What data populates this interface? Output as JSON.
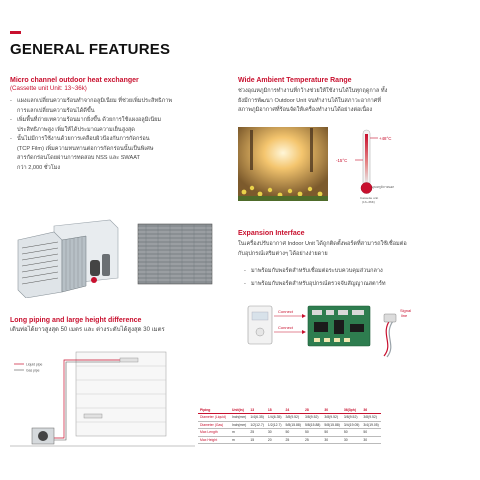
{
  "header": {
    "title": "GENERAL FEATURES"
  },
  "micro_channel": {
    "title": "Micro channel outdoor heat exchanger",
    "subtitle": "(Cassette unit Unit: 13~36k)",
    "bullets": [
      [
        "แผงแลกเปลี่ยนความร้อนทำจากอลูมิเนียม ที่ช่วยเพิ่มประสิทธิภาพ",
        "การแลกเปลี่ยนความร้อนได้ดีขึ้น"
      ],
      [
        "เพิ่มพื้นที่ถ่ายเทความร้อนมากยิ่งขึ้น ด้วยการใช้แผงอลูมิเนียม",
        "ประสิทธิภาพสูง เพิ่มให้ได้ประมาณความเย็นสูงสุด"
      ],
      [
        "นั้นไม่มีการใช้งานด้วยการเคลือบผิวป้องกันการกัดกร่อน",
        "(TCP Film) เพิ่มความทนทานต่อการกัดกร่อนนั้นเป็นพิเศษ",
        "สารกัดกร่อนโดยผ่านการทดสอบ NSS และ SWAAT",
        "กว่า 2,000 ชั่วโมง"
      ]
    ]
  },
  "wide_ambient": {
    "title": "Wide Ambient Temperature Range",
    "lines": [
      "ช่วงอุณหภูมิการทำงานที่กว้างช่วยให้ใช้งานได้ในทุกฤดูกาล ทั้ง",
      "ยังมีการพัฒนา Outdoor Unit จนทำงานได้ในสภาวะอากาศที่",
      "สภาพภูมิอากาศที่ร้อนจัดให้เครื่องทำงานได้อย่างต่อเนื่อง"
    ],
    "temp_high": "+48°C",
    "temp_low": "-15°C",
    "gauge_label_1": "อุณหภูมิภายนอก",
    "gauge_label_2": "Cassette unit",
    "gauge_label_3": "(13~36K)"
  },
  "expansion": {
    "title": "Expansion Interface",
    "lines": [
      "ในเครื่องปรับอากาศ Indoor Unit ได้ถูกติดตั้งพอร์ตที่สามารถใช้เชื่อมต่อ",
      "กับอุปกรณ์เสริมต่างๆ ได้อย่างง่ายดาย"
    ],
    "bullets": [
      "มาพร้อมกับพอร์ตสำหรับเชื่อมต่อระบบควบคุมส่วนกลาง",
      "มาพร้อมกับพอร์ตสำหรับอุปกรณ์ตรวจจับสัญญาณสตาร์ท"
    ],
    "connect_1": "Connect",
    "connect_2": "Connect",
    "signal_label": "Signal\nline"
  },
  "piping": {
    "title": "Long piping and large height difference",
    "desc": "เดินท่อได้ยาวสูงสุด 50 เมตร และ ต่างระดับได้สูงสุด 30 เมตร",
    "legend_1": "Liquid pipe",
    "legend_2": "Gas pipe"
  },
  "spec_table": {
    "headers": [
      "Piping",
      "Unit(in)",
      "13",
      "18",
      "24",
      "28",
      "30",
      "36(3ph)",
      "36"
    ],
    "rows": [
      [
        "Diameter (Liquid)",
        "Inch(mm)",
        "1/4(6.35)",
        "1/4(6.35)",
        "3/8(9.52)",
        "3/8(9.52)",
        "3/8(9.52)",
        "3/8(9.52)",
        "3/8(9.52)"
      ],
      [
        "Diameter (Gas)",
        "Inch(mm)",
        "1/2(12.7)",
        "1/2(12.7)",
        "5/8(15.88)",
        "5/8(15.88)",
        "5/8(15.88)",
        "3/4(19.05)",
        "3/4(19.05)"
      ],
      [
        "Max Length",
        "m",
        "25",
        "30",
        "50",
        "50",
        "50",
        "50",
        "50"
      ],
      [
        "Max Height",
        "m",
        "15",
        "20",
        "25",
        "25",
        "30",
        "30",
        "30"
      ]
    ]
  },
  "colors": {
    "accent": "#c8102e",
    "text": "#333333",
    "title": "#111111"
  }
}
